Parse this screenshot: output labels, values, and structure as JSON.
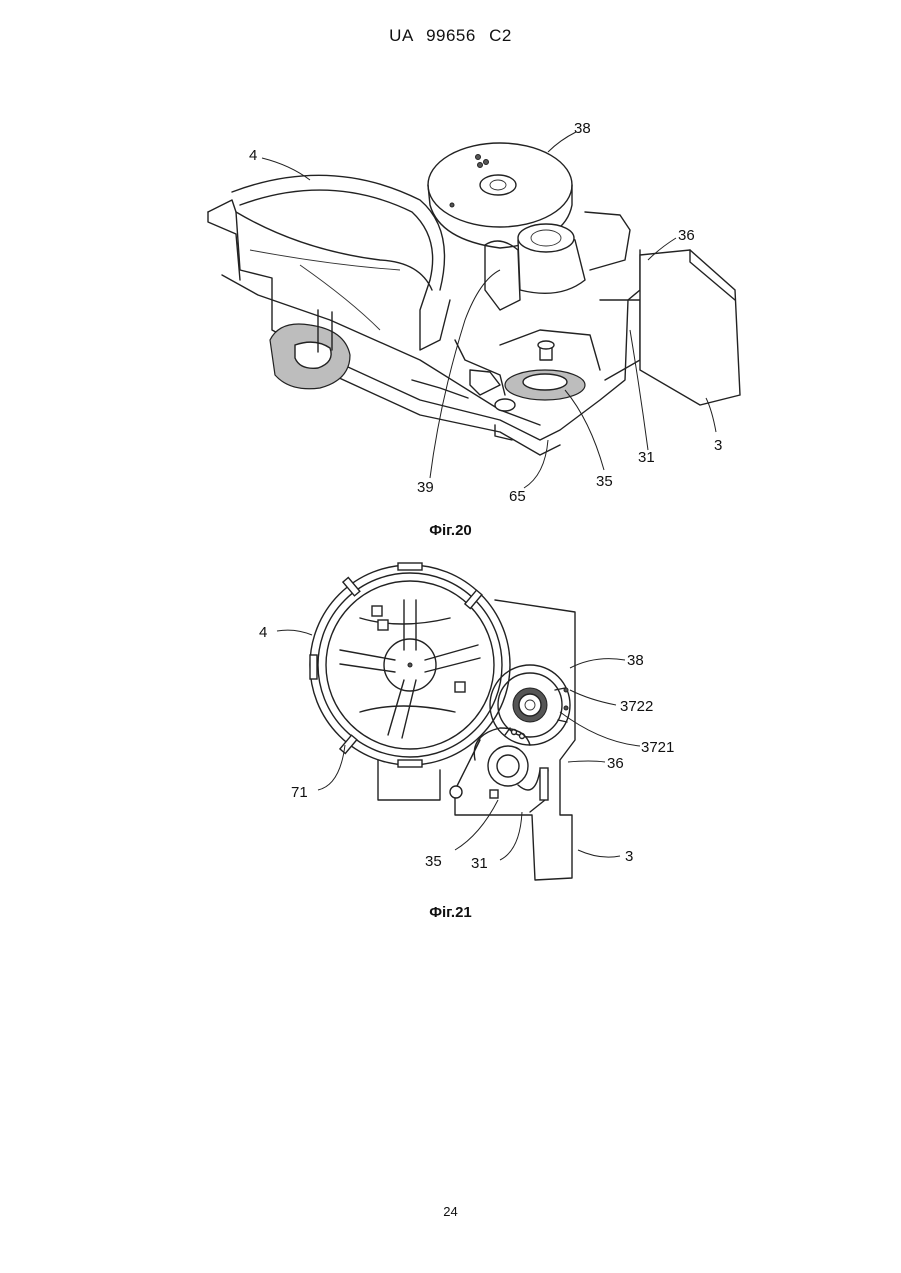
{
  "header": {
    "text": "UA   99656   C2"
  },
  "figures": [
    {
      "caption": "Фіг.20",
      "labels": {
        "l4": "4",
        "l38": "38",
        "l36": "36",
        "l3": "3",
        "l31": "31",
        "l35": "35",
        "l65": "65",
        "l39": "39"
      }
    },
    {
      "caption": "Фіг.21",
      "labels": {
        "l4": "4",
        "l38": "38",
        "l3722": "3722",
        "l3721": "3721",
        "l36": "36",
        "l71": "71",
        "l35": "35",
        "l31": "31",
        "l3": "3"
      }
    }
  ],
  "page_number": "24"
}
